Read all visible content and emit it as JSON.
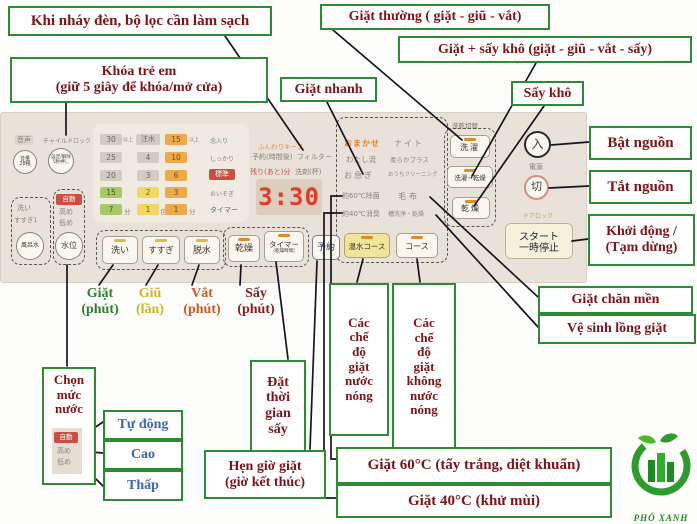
{
  "colors": {
    "annotation_border_green": "#2f8a35",
    "annotation_text_red": "#7d1418",
    "annotation_text_blue": "#3b66b0",
    "panel_beige": "#eae2d9",
    "digit_red": "#e23b28",
    "logo_green": "#1f8a1f",
    "label_wash_green": "#2e7d32",
    "label_rinse_yellow": "#d2b42a",
    "label_spin_orange": "#cf5a22",
    "label_dry_darkred": "#8b1b1b"
  },
  "annotations": {
    "filter": "Khi nháy đèn, bộ lọc cần làm sạch",
    "child_lock": "Khóa trẻ em\n(giữ 5 giây để khóa/mở cửa)",
    "normal_wash": "Giặt thường ( giặt - giũ - vắt)",
    "wash_plus_dry": "Giặt + sấy khô (giặt - giũ - vắt - sấy)",
    "quick_wash": "Giặt nhanh",
    "dry_only": "Sấy khô",
    "power_on": "Bật nguồn",
    "power_off": "Tắt nguồn",
    "start_pause": "Khởi động /\n(Tạm dừng)",
    "blanket": "Giặt chăn mền",
    "tub_clean": "Vệ sinh lồng giặt",
    "wash_minutes": "Giặt\n(phút)",
    "rinse_times": "Giũ\n(lần)",
    "spin_minutes": "Vắt\n(phút)",
    "dry_minutes": "Sấy\n(phút)",
    "set_dry_time": "Đặt\nthời\ngian\nsấy",
    "hot_modes": "Các\nchế\nđộ\ngiặt\nnước\nnóng",
    "cold_modes": "Các\nchế\nđộ\ngiặt\nkhông\nnước\nnóng",
    "water_level_title": "Chọn\nmức\nnước",
    "level_auto": "Tự động",
    "level_high": "Cao",
    "level_low": "Thấp",
    "reserve_timer": "Hẹn giờ giặt\n(giờ kết thúc)",
    "wash_60": "Giặt 60°C (tẩy trắng, diệt khuẩn)",
    "wash_40": "Giặt 40°C (khử mùi)"
  },
  "panel": {
    "voice_label": "音声",
    "child_lock_label": "チャイルドロック",
    "volume_btn": "音量\n28種",
    "set_release_btn": "設定/解除\n5秒押し",
    "bath": {
      "t1": "洗い",
      "t2": "すすぎ1",
      "btn": "風呂水"
    },
    "level": {
      "auto": "自動",
      "high": "高め",
      "low": "低め",
      "btn": "水位"
    },
    "grid": {
      "wash_col": [
        "30",
        "25",
        "20",
        "15",
        "7"
      ],
      "wash_over": "以上",
      "wash_unit": "分",
      "rinse_header": "注水",
      "rinse_col": [
        "4",
        "3",
        "2",
        "1"
      ],
      "rinse_unit": "回",
      "spin_col": [
        "15",
        "10",
        "6",
        "3",
        "1"
      ],
      "spin_over": "以上",
      "spin_unit": "分",
      "course_col": [
        "念入り",
        "しっかり",
        "標準",
        "おいそぎ"
      ],
      "timer_label": "タイマー"
    },
    "display": {
      "keep": "ふんわりキープ",
      "reserve": "予約(時間後)",
      "filter": "フィルター",
      "remaining": "残り(あと)分",
      "detergent": "洗剤(杯)",
      "time": "3:30"
    },
    "buttons": {
      "wash": "洗い",
      "rinse": "すすぎ",
      "spin": "脱水",
      "dry": "乾燥",
      "timer": "タイマー",
      "timer_sub": "(乾燥時間)",
      "reserve": "予約"
    },
    "courses": {
      "a1": "おまかせ",
      "a2": "わたし流",
      "a3": "お急ぎ",
      "a4": "約60℃除菌",
      "a5": "約40℃消臭",
      "b1": "ナイト",
      "b2": "柔らかプラス",
      "b3": "おうちクリーニング",
      "b4": "毛布",
      "b5": "槽洗浄・乾燥",
      "hot_btn": "温水コース",
      "course_btn": "コース"
    },
    "mode_switch": {
      "label": "洗乾切替",
      "wash": "洗濯",
      "washdry": "洗濯→乾燥",
      "dry": "乾燥"
    },
    "power": {
      "on": "入",
      "label": "電源",
      "off": "切",
      "doorlock": "ドアロック",
      "start": "スタート\n一時停止"
    }
  },
  "logo": {
    "brand": "PHỐ XANH"
  }
}
